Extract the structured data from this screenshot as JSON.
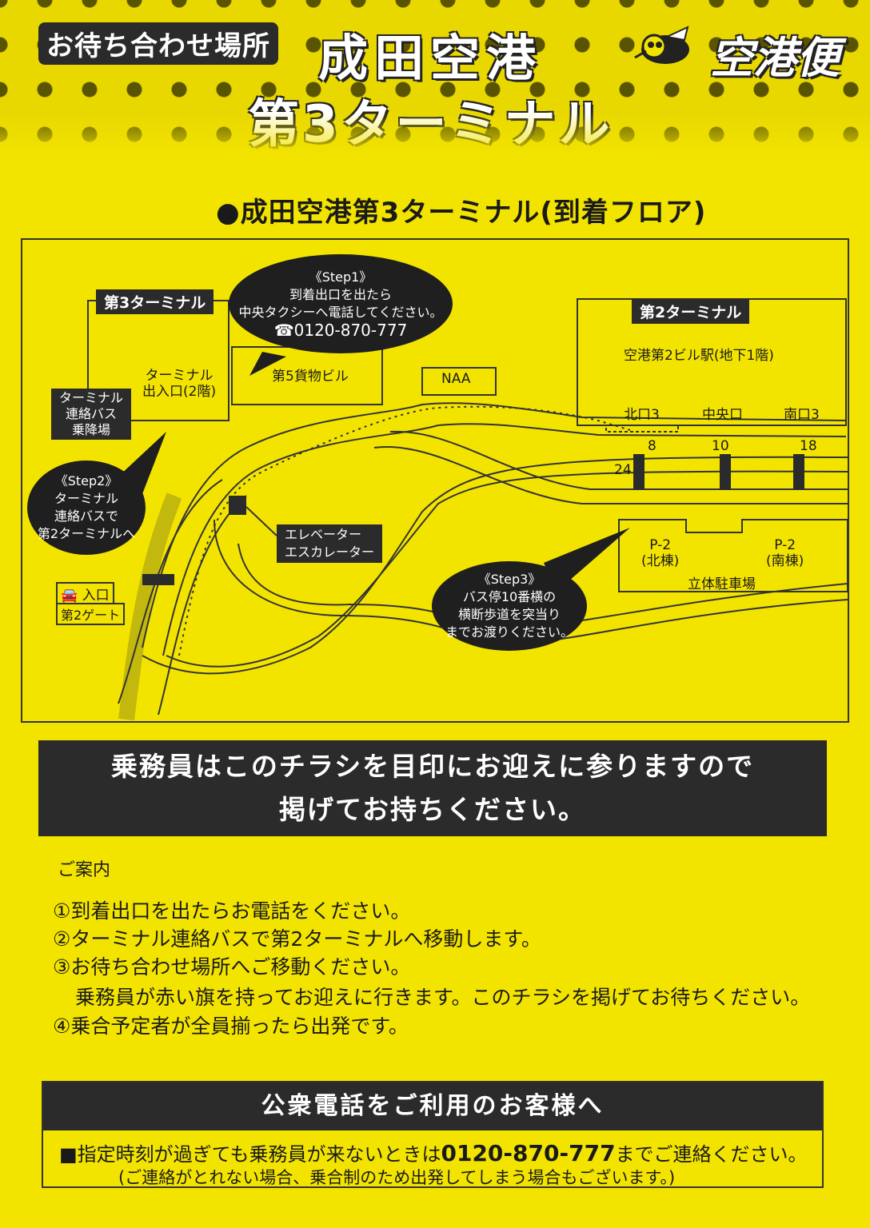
{
  "header": {
    "meeting_label": "お待ち合わせ場所",
    "title_line1": "成田空港",
    "title_line2": "第3ターミナル",
    "logo_text": "空港便"
  },
  "subtitle": "●成田空港第3ターミナル(到着フロア)",
  "map": {
    "t3_label": "第3ターミナル",
    "t2_label": "第2ターミナル",
    "t2_station": "空港第2ビル駅(地下1階)",
    "cargo": "第5貨物ビル",
    "naa": "NAA",
    "t3_entrance": "ターミナル\n出入口(2階)",
    "bus_stop_label": "ターミナル\n連絡バス\n乗降場",
    "north3": "北口3",
    "central": "中央口",
    "south3": "南口3",
    "stop8": "8",
    "stop10": "10",
    "stop18": "18",
    "stop24": "24",
    "elevator": "エレベーター\nエスカレーター",
    "p2_north": "P-2\n(北棟)",
    "p2_south": "P-2\n(南棟)",
    "parking": "立体駐車場",
    "entrance": "入口",
    "gate": "第2ゲート",
    "step1": {
      "title": "《Step1》",
      "line1": "到着出口を出たら",
      "line2": "中央タクシーへ電話してください。",
      "phone": "☎0120-870-777"
    },
    "step2": {
      "title": "《Step2》",
      "line1": "ターミナル",
      "line2": "連絡バスで",
      "line3": "第2ターミナルへ"
    },
    "step3": {
      "title": "《Step3》",
      "line1": "バス停10番横の",
      "line2": "横断歩道を突当り",
      "line3": "までお渡りください。"
    }
  },
  "notice": {
    "line1": "乗務員はこのチラシを目印にお迎えに参りますので",
    "line2": "掲げてお持ちください。"
  },
  "guide": {
    "title": "ご案内",
    "items": [
      "①到着出口を出たらお電話をください。",
      "②ターミナル連絡バスで第2ターミナルへ移動します。",
      "③お待ち合わせ場所へご移動ください。",
      "乗務員が赤い旗を持ってお迎えに行きます。このチラシを掲げてお待ちください。",
      "④乗合予定者が全員揃ったら出発です。"
    ]
  },
  "phone_section": {
    "heading": "公衆電話をご利用のお客様へ",
    "line1_pre": "■指定時刻が過ぎても乗務員が来ないときは",
    "line1_number": "0120-870-777",
    "line1_post": "までご連絡ください。",
    "line2": "(ご連絡がとれない場合、乗合制のため出発してしまう場合もございます。)"
  }
}
